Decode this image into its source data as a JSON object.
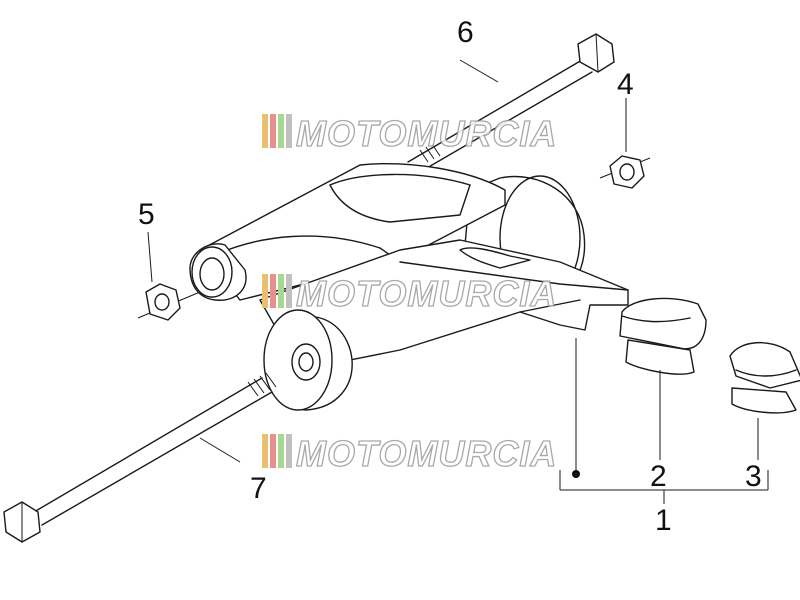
{
  "callouts": {
    "c1": "1",
    "c2": "2",
    "c3": "3",
    "c4": "4",
    "c5": "5",
    "c6": "6",
    "c7": "7"
  },
  "watermark": {
    "text": "MOTOMURCIA",
    "stripe_colors": [
      "#e8c070",
      "#e89090",
      "#a8d890",
      "#c0c0c0"
    ]
  },
  "colors": {
    "line": "#1a1a1a",
    "background": "#ffffff"
  }
}
